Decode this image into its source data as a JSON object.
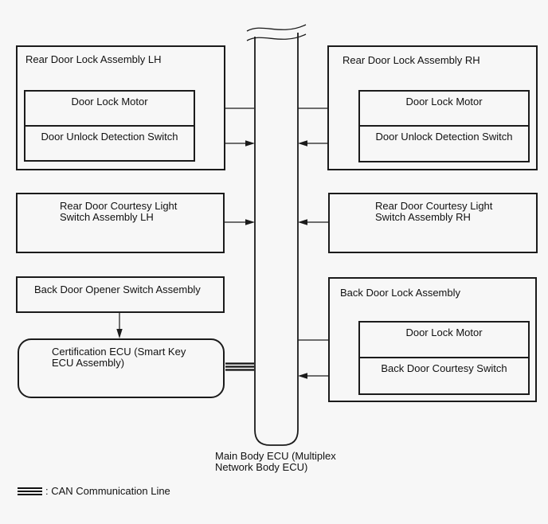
{
  "diagram": {
    "colors": {
      "background": "#f7f7f7",
      "line": "#1b1b1b"
    },
    "boxes": {
      "rear_door_lock_lh": {
        "title": "Rear Door Lock Assembly LH",
        "motor": "Door Lock Motor",
        "switch": "Door Unlock Detection Switch"
      },
      "rear_door_lock_rh": {
        "title": "Rear Door Lock Assembly RH",
        "motor": "Door Lock Motor",
        "switch": "Door Unlock Detection Switch"
      },
      "courtesy_lh": {
        "line1": "Rear Door Courtesy Light",
        "line2": "Switch Assembly LH"
      },
      "courtesy_rh": {
        "line1": "Rear Door Courtesy Light",
        "line2": "Switch Assembly RH"
      },
      "back_door_opener": {
        "title": "Back Door Opener Switch Assembly"
      },
      "certification_ecu": {
        "line1": "Certification ECU (Smart Key",
        "line2": "ECU Assembly)"
      },
      "back_door_lock": {
        "title": "Back Door Lock Assembly",
        "motor": "Door Lock Motor",
        "switch": "Back Door Courtesy Switch"
      }
    },
    "main_ecu": {
      "line1": "Main Body ECU (Multiplex",
      "line2": "Network Body ECU)"
    },
    "legend": {
      "can_label": ": CAN Communication Line"
    }
  }
}
